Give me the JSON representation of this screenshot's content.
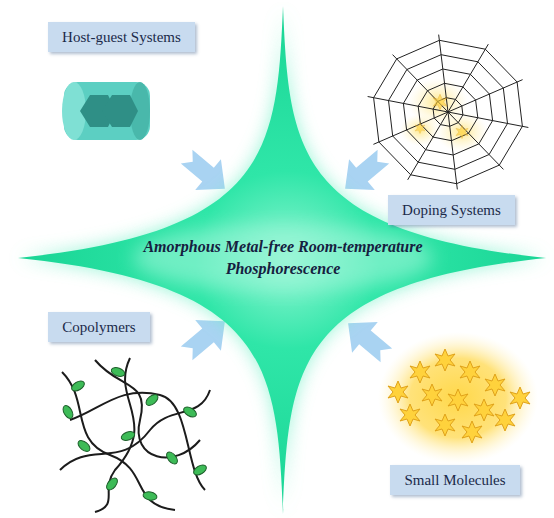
{
  "diagram": {
    "nodes": [
      {
        "text": [
          "Host-guest Systems"
        ]
      },
      {
        "text": [
          "Doping Systems"
        ]
      },
      {
        "text": [
          "Amorphous Metal-free Room-temperature Phosphorescence"
        ]
      },
      {
        "text": [
          "Copolymers"
        ]
      },
      {
        "text": [
          "Small Molecules"
        ]
      }
    ]
  }
}
